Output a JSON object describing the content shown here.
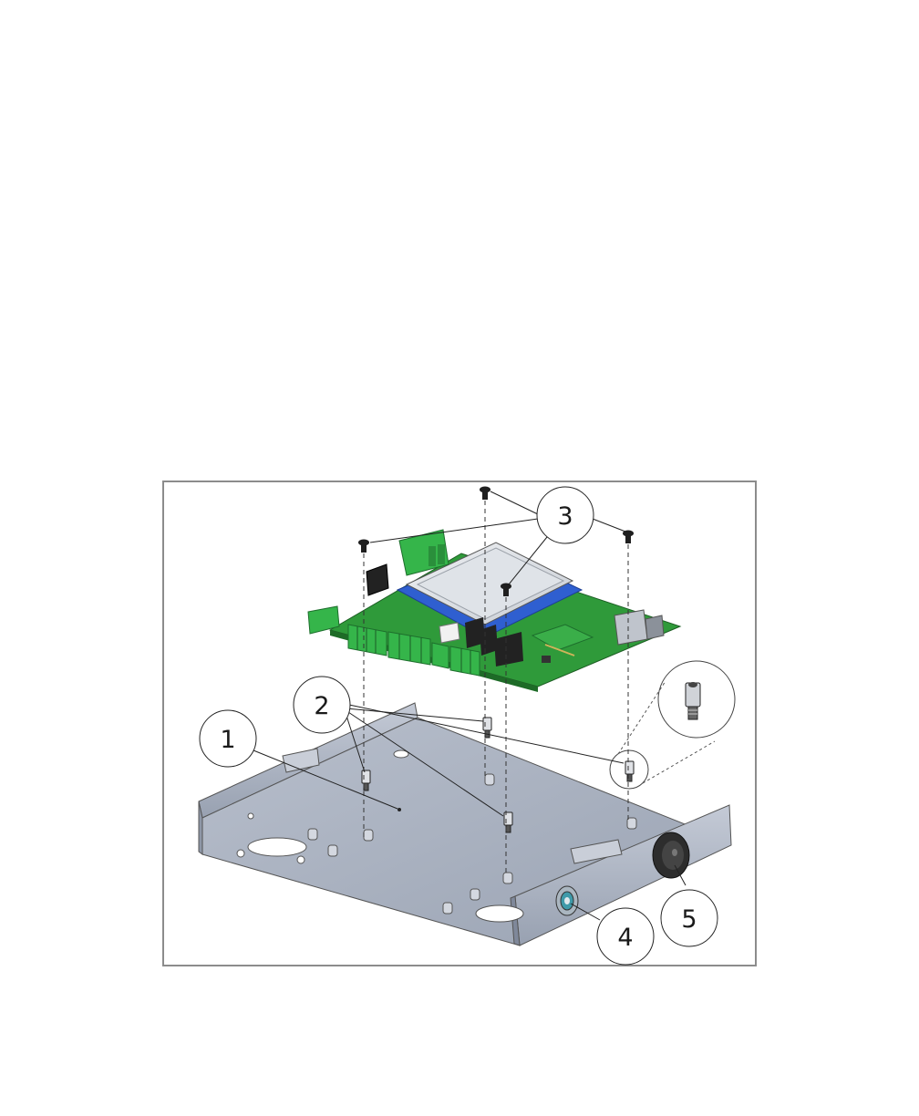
{
  "figure": {
    "callouts": [
      {
        "id": "1",
        "label": "1"
      },
      {
        "id": "2",
        "label": "2"
      },
      {
        "id": "3",
        "label": "3"
      },
      {
        "id": "4",
        "label": "4"
      },
      {
        "id": "5",
        "label": "5"
      }
    ],
    "colors": {
      "frame": "#8c8c8c",
      "tray": "#a9b1c0",
      "pcb": "#2f9a3a",
      "terminal": "#35b54a",
      "display_bezel": "#2f5fd0",
      "display": "#d9dde3",
      "relay": "#222222"
    }
  }
}
